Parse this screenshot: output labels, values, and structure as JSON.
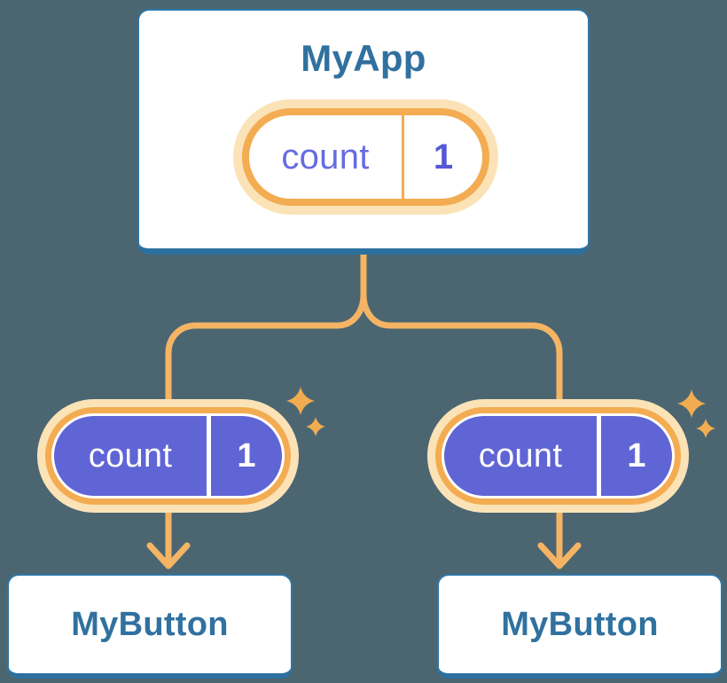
{
  "diagram": {
    "background_color": "#4C6671",
    "accent_orange": "#F3AC52",
    "line_orange": "#F5B464",
    "cream": "#FBE3B7",
    "state_purple": "#6065D6",
    "component_blue": "#30719F",
    "root": {
      "title": "MyApp",
      "state": {
        "label": "count",
        "value": "1"
      }
    },
    "children": [
      {
        "component": "MyButton",
        "state": {
          "label": "count",
          "value": "1"
        }
      },
      {
        "component": "MyButton",
        "state": {
          "label": "count",
          "value": "1"
        }
      }
    ]
  }
}
